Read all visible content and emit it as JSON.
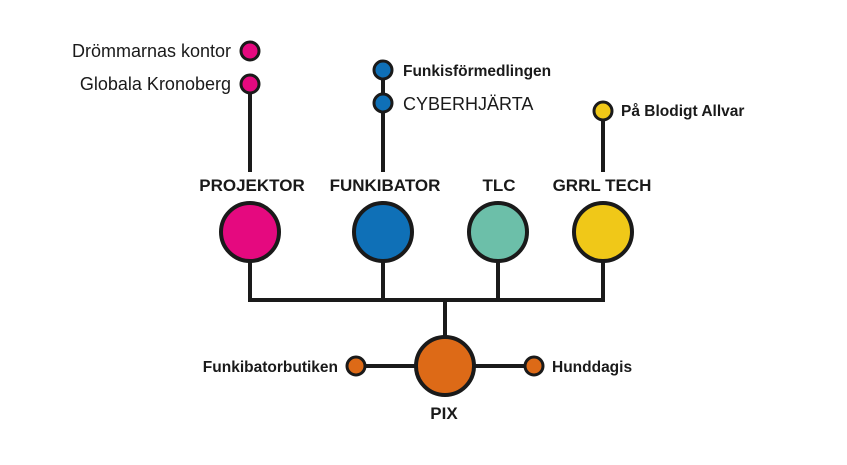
{
  "colors": {
    "projektor": "#e5097f",
    "funkibator": "#0f70b7",
    "tlc": "#6cbfa9",
    "grrl_tech": "#f0c818",
    "pix": "#dd6a17",
    "line": "#1a1a1a"
  },
  "nodes": {
    "projektor": {
      "label": "PROJEKTOR",
      "children": [
        "Drömmarnas kontor",
        "Globala Kronoberg"
      ]
    },
    "funkibator": {
      "label": "FUNKIBATOR",
      "children": [
        "Funkisförmedlingen",
        "CYBERHJÄRTA"
      ]
    },
    "tlc": {
      "label": "TLC"
    },
    "grrl_tech": {
      "label": "GRRL TECH",
      "children": [
        "På Blodigt Allvar"
      ]
    },
    "pix": {
      "label": "PIX",
      "left_child": "Funkibatorbutiken",
      "right_child": "Hunddagis"
    }
  }
}
